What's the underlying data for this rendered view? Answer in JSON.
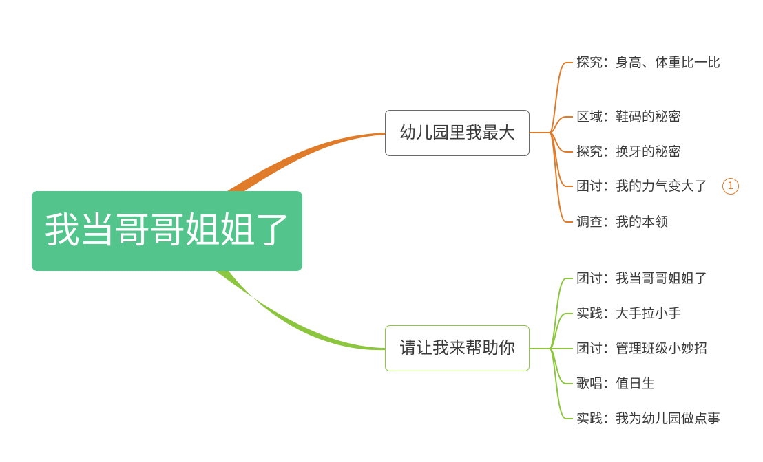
{
  "root": {
    "label": "我当哥哥姐姐了",
    "color": "#52c48c"
  },
  "branches": [
    {
      "label": "幼儿园里我最大",
      "color": "#e07b2a",
      "items": [
        "探究：身高、体重比一比",
        "区域：鞋码的秘密",
        "探究：换牙的秘密",
        "团讨：我的力气变大了",
        "调查：我的本领"
      ]
    },
    {
      "label": "请让我来帮助你",
      "color": "#8cc63f",
      "items": [
        "团讨：我当哥哥姐姐了",
        "实践：大手拉小手",
        "团讨：管理班级小妙招",
        "歌唱：值日生",
        "实践：我为幼儿园做点事"
      ]
    }
  ],
  "badge": {
    "label": "1"
  }
}
